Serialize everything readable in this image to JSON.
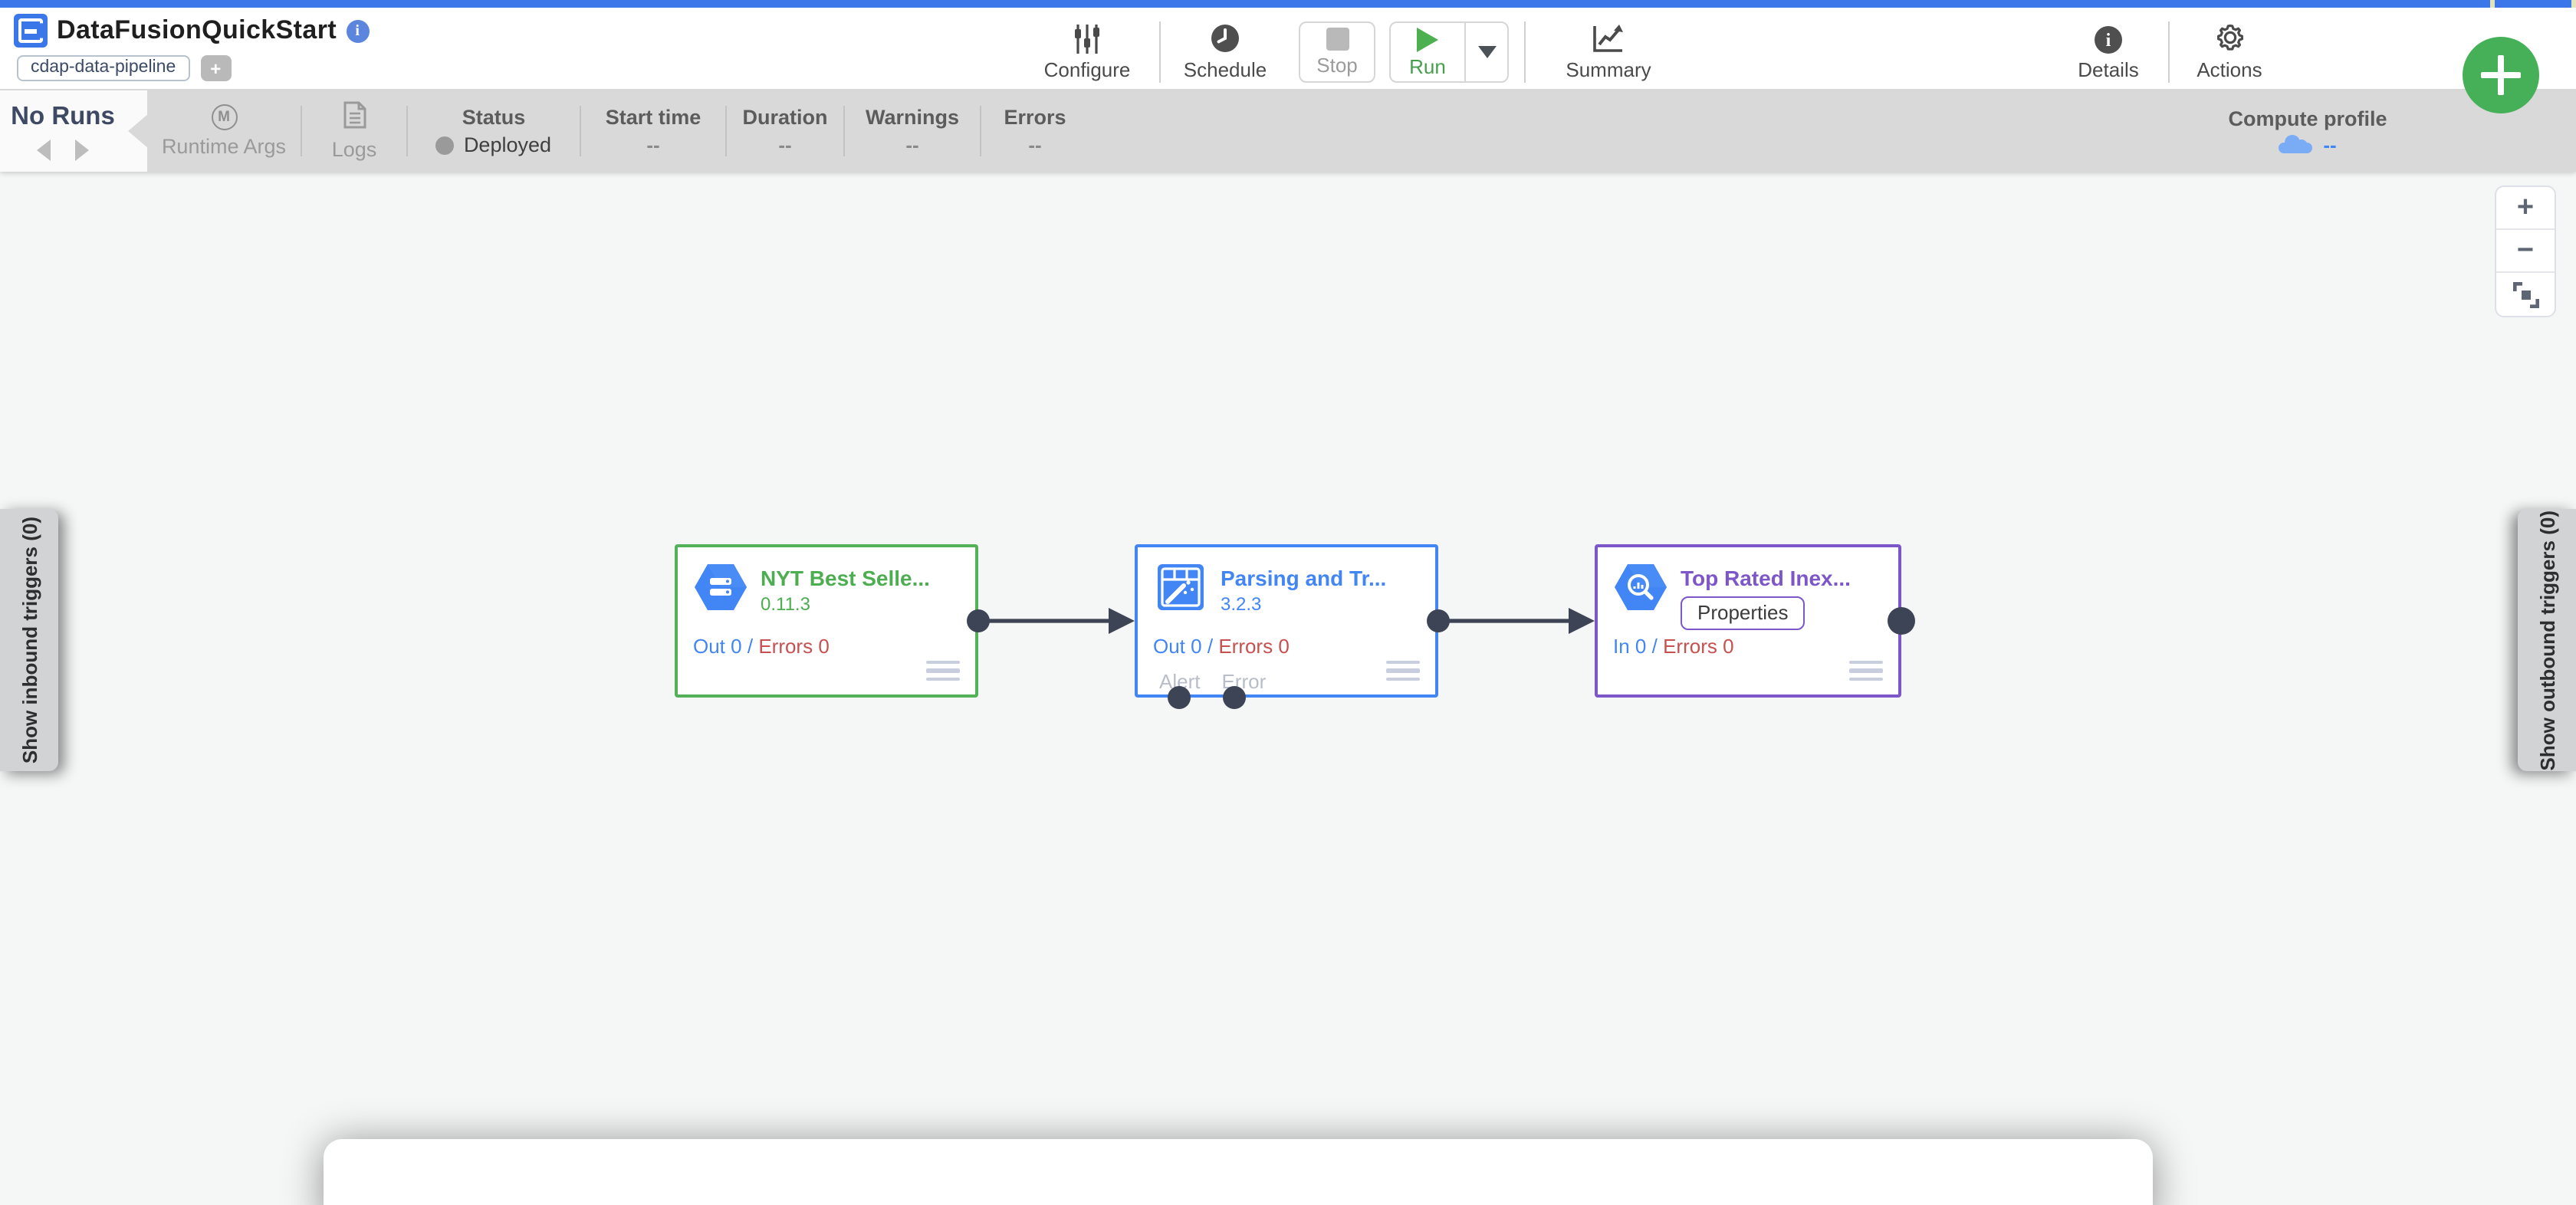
{
  "topbar": {
    "app_title": "DataFusionQuickStart",
    "info_icon": "i",
    "engine_tag": "cdap-data-pipeline",
    "add_tag_label": "+"
  },
  "header_toolbar": {
    "configure": "Configure",
    "schedule": "Schedule",
    "stop": "Stop",
    "run": "Run",
    "summary": "Summary",
    "details": "Details",
    "actions": "Actions"
  },
  "run_bar": {
    "runs_label": "No Runs",
    "runtime_args": "Runtime Args",
    "runtime_args_badge": "M",
    "logs": "Logs",
    "columns": [
      {
        "label": "Status",
        "value": "Deployed"
      },
      {
        "label": "Start time",
        "value": "--"
      },
      {
        "label": "Duration",
        "value": "--"
      },
      {
        "label": "Warnings",
        "value": "--"
      },
      {
        "label": "Errors",
        "value": "--"
      }
    ],
    "compute_profile": {
      "label": "Compute profile",
      "value": "--"
    }
  },
  "canvas": {
    "zoom_controls": {
      "zoom_in": "+",
      "zoom_out": "−"
    },
    "inbound_trigger": "Show inbound triggers (0)",
    "outbound_trigger": "Show outbound triggers (0)",
    "nodes": [
      {
        "title": "NYT Best Selle...",
        "version": "0.11.3",
        "metric_flow": "Out 0 /",
        "metric_errors": "Errors 0",
        "accent": "#53b158",
        "icon": "datastore-hexagon-icon"
      },
      {
        "title": "Parsing and Tr...",
        "version": "3.2.3",
        "metric_flow": "Out 0 /",
        "metric_errors": "Errors 0",
        "alert_port": "Alert",
        "error_port": "Error",
        "accent": "#4285f4",
        "icon": "wrangler-icon"
      },
      {
        "title": "Top Rated Inex...",
        "properties_button": "Properties",
        "metric_flow": "In 0 /",
        "metric_errors": "Errors 0",
        "accent": "#7d56c9",
        "icon": "bigquery-hexagon-icon"
      }
    ]
  },
  "colors": {
    "top_strip_blue": "#3b77e8",
    "link_blue": "#4285f4",
    "node_green": "#53b158",
    "node_purple": "#7d56c9",
    "error_red": "#c75050",
    "run_green": "#4caf50",
    "fab_green": "#45b058",
    "edge_dark": "#3d4455",
    "toolbar_gray": "#d9d9d9",
    "canvas_gray": "#f5f6f6"
  }
}
